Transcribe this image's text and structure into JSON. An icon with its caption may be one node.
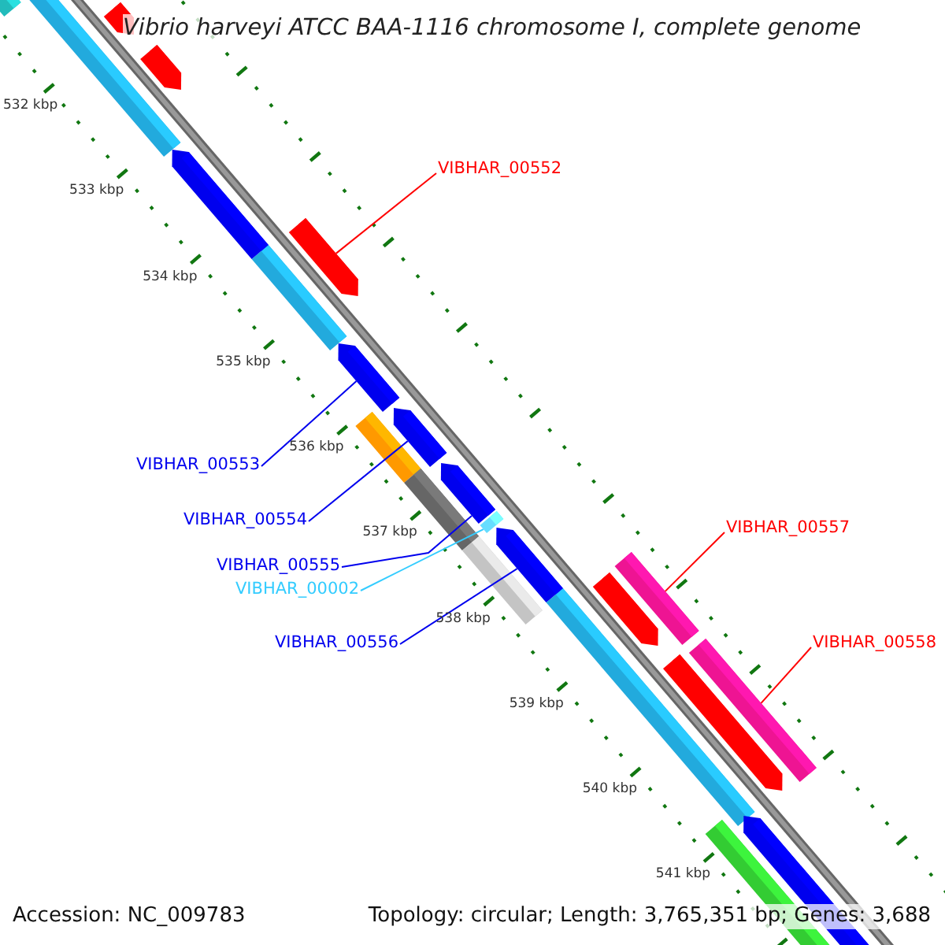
{
  "diagram": {
    "title": "Vibrio harveyi ATCC BAA-1116 chromosome I, complete genome",
    "nodes": [
      {
        "text": [
          "VIBHAR_00552"
        ]
      },
      {
        "text": [
          "VIBHAR_00553"
        ]
      },
      {
        "text": [
          "VIBHAR_00554"
        ]
      },
      {
        "text": [
          "VIBHAR_00555"
        ]
      },
      {
        "text": [
          "VIBHAR_00002"
        ]
      },
      {
        "text": [
          "VIBHAR_00556"
        ]
      },
      {
        "text": [
          "VIBHAR_00557"
        ]
      },
      {
        "text": [
          "VIBHAR_00558"
        ]
      },
      {
        "text": [],
        "shape": "bar"
      },
      {
        "text": [],
        "shape": "bar"
      },
      {
        "text": [],
        "shape": "bar"
      },
      {
        "text": [],
        "shape": "bar"
      },
      {
        "text": [],
        "shape": "bar"
      },
      {
        "text": [],
        "shape": "bar"
      },
      {
        "text": [],
        "shape": "bar"
      },
      {
        "text": [],
        "shape": "bar"
      }
    ],
    "edges": [
      {
        "from": 0,
        "to": 8,
        "arrow": "none",
        "color": "#ff0000"
      },
      {
        "from": 1,
        "to": 9,
        "arrow": "none"
      },
      {
        "from": 2,
        "to": 10,
        "arrow": "none"
      },
      {
        "from": 3,
        "to": 11,
        "arrow": "none"
      },
      {
        "from": 4,
        "to": 12,
        "arrow": "none",
        "color": "#33ccff"
      },
      {
        "from": 5,
        "to": 13,
        "arrow": "none"
      },
      {
        "from": 6,
        "to": 14,
        "arrow": "none",
        "color": "#ff0000"
      },
      {
        "from": 7,
        "to": 15,
        "arrow": "none",
        "color": "#ff0000"
      }
    ],
    "labels": [
      "532 kbp",
      "533 kbp",
      "534 kbp",
      "535 kbp",
      "536 kbp",
      "537 kbp",
      "538 kbp",
      "539 kbp",
      "540 kbp",
      "541 kbp",
      "Accession: NC_009783",
      "Topology: circular; Length: 3,765,351 bp; Genes: 3,688"
    ]
  }
}
